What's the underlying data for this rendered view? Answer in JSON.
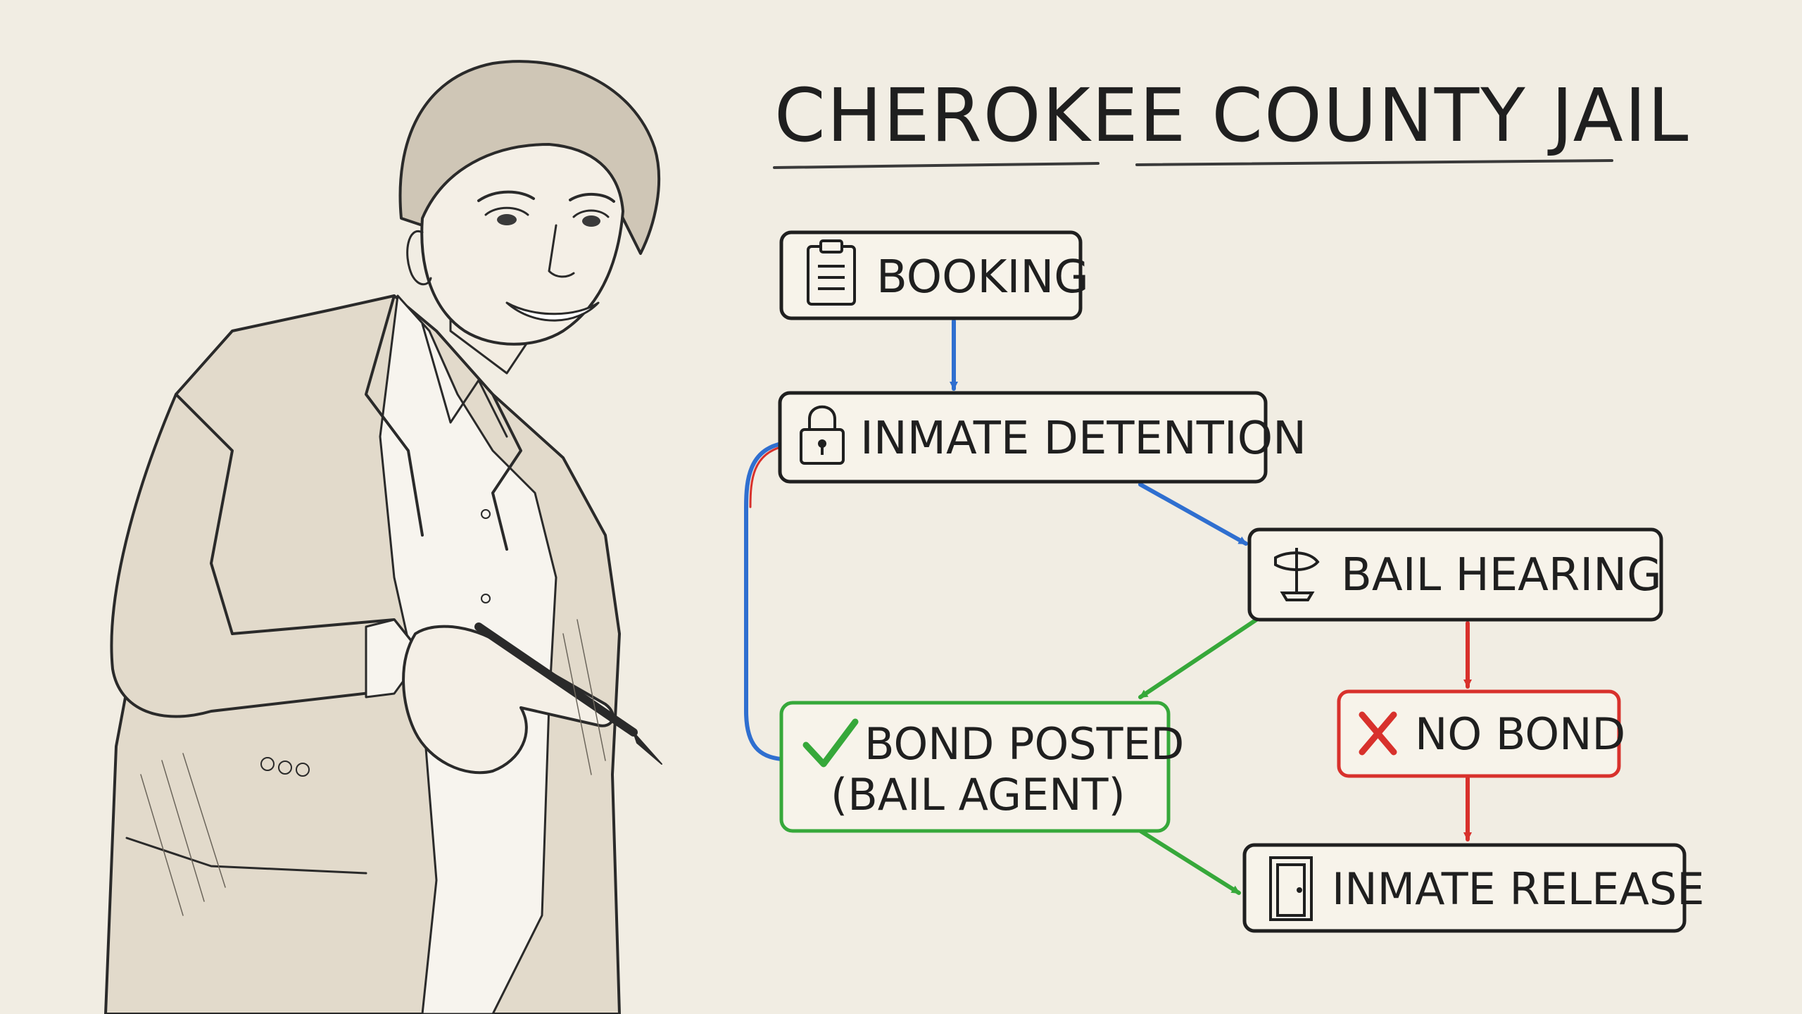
{
  "diagram": {
    "title": "CHEROKEE COUNTY JAIL",
    "nodes": {
      "booking": {
        "label": "BOOKING",
        "icon": "clipboard-icon"
      },
      "detention": {
        "label": "INMATE DETENTION",
        "icon": "padlock-icon"
      },
      "bail_hearing": {
        "label": "BAIL HEARING",
        "icon": "gavel-icon"
      },
      "bond_posted": {
        "line1": "BOND POSTED",
        "line2": "(BAIL AGENT)",
        "icon": "checkmark-icon"
      },
      "no_bond": {
        "label": "NO BOND",
        "icon": "x-mark-icon"
      },
      "release": {
        "label": "INMATE RELEASE",
        "icon": "door-icon"
      }
    },
    "colors": {
      "ink": "#1f1f1f",
      "blue": "#2f6fd0",
      "green": "#36a83a",
      "red": "#d8312c",
      "paper": "#f1ede3",
      "box": "#f7f3ea"
    }
  },
  "illustration": {
    "subject": "woman-in-blazer-pointing-pen",
    "style": "pencil-sketch"
  }
}
